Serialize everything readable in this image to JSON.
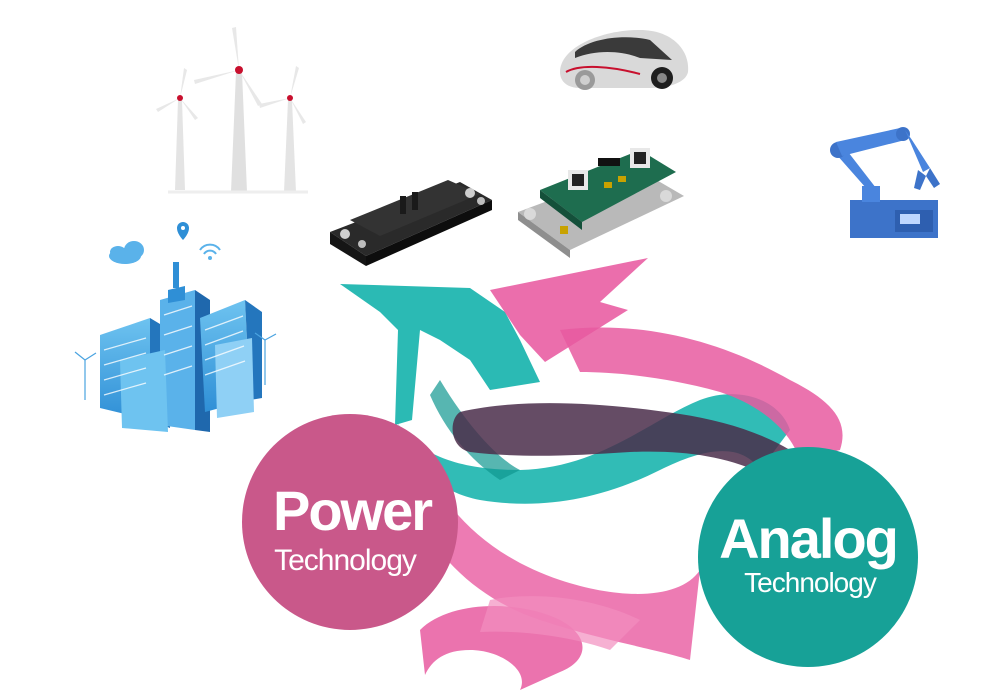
{
  "power_badge": {
    "title": "Power",
    "subtitle": "Technology",
    "color": "#c9588a"
  },
  "analog_badge": {
    "title": "Analog",
    "subtitle": "Technology",
    "color": "#17a197"
  },
  "ribbons": {
    "teal_color": "#14b3ac",
    "pink_color": "#e85aa0",
    "dark_color": "#4a2d4a"
  },
  "icons": [
    "wind-turbines-icon",
    "smart-city-icon",
    "electric-car-icon",
    "industrial-robot-arm-icon",
    "igbt-power-module-icon",
    "gate-driver-board-icon"
  ]
}
